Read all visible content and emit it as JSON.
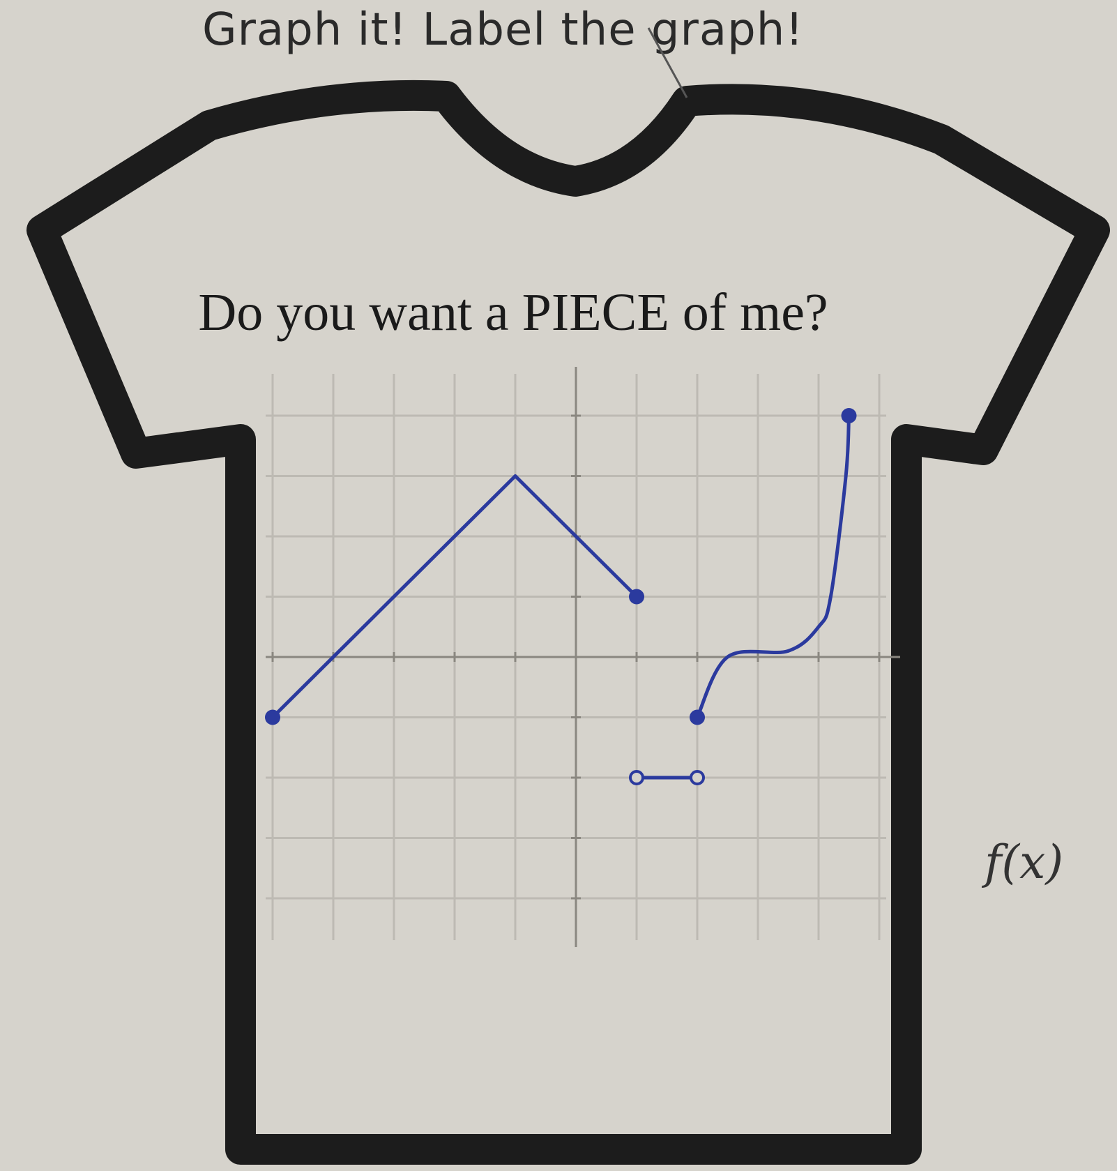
{
  "instruction": "Graph it!  Label the graph!",
  "shirt_text": "Do you want a PIECE of me?",
  "function_label": "f(x)",
  "colors": {
    "paper": "#d6d3cc",
    "shirt_outline": "#1c1c1c",
    "grid": "#bdbab3",
    "axis": "#8a8780",
    "curve": "#2b3a9e"
  },
  "chart_data": {
    "type": "line",
    "xlim": [
      -5,
      5
    ],
    "ylim": [
      -4,
      4
    ],
    "grid": true,
    "pieces": [
      {
        "kind": "line",
        "points": [
          [
            -5,
            -1
          ],
          [
            -1,
            3
          ],
          [
            1,
            1
          ]
        ],
        "start": "closed",
        "end": "closed"
      },
      {
        "kind": "line",
        "points": [
          [
            1,
            -2
          ],
          [
            2,
            -2
          ]
        ],
        "start": "open",
        "end": "open"
      },
      {
        "kind": "curve",
        "points": [
          [
            2,
            -1
          ],
          [
            2.5,
            0
          ],
          [
            3.5,
            0.1
          ],
          [
            4,
            0.5
          ],
          [
            4.2,
            1.0
          ],
          [
            4.45,
            3.0
          ],
          [
            4.5,
            4
          ]
        ],
        "start": "closed",
        "end": "closed"
      }
    ]
  }
}
